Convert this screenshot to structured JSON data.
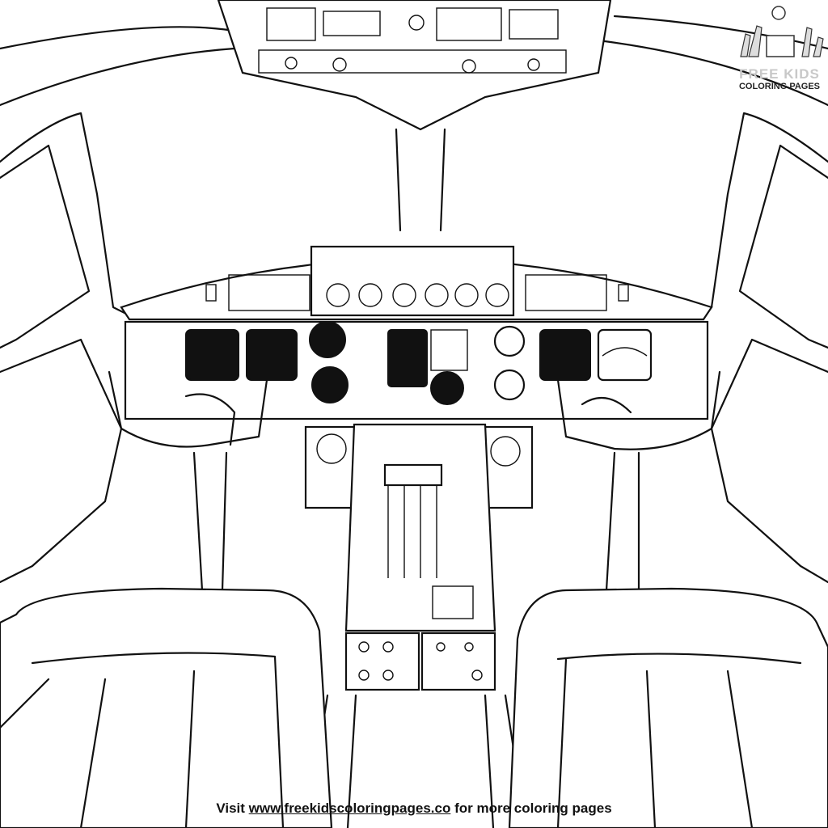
{
  "scene": {
    "subject": "Airplane cockpit coloring page",
    "elements": [
      "overhead-panel",
      "windshield",
      "glareshield",
      "instrument-panel",
      "captain-yoke",
      "first-officer-yoke",
      "center-pedestal",
      "throttle-levers",
      "captain-seat",
      "first-officer-seat",
      "side-windows"
    ]
  },
  "logo": {
    "line1": "FREE KIDS",
    "line2": "COLORING PAGES"
  },
  "footer": {
    "prefix": "Visit ",
    "link": "www.freekidscoloringpages.co",
    "suffix": " for more coloring pages"
  },
  "colors": {
    "line": "#111111",
    "background": "#ffffff",
    "logo_gray": "#c8c8c8"
  }
}
